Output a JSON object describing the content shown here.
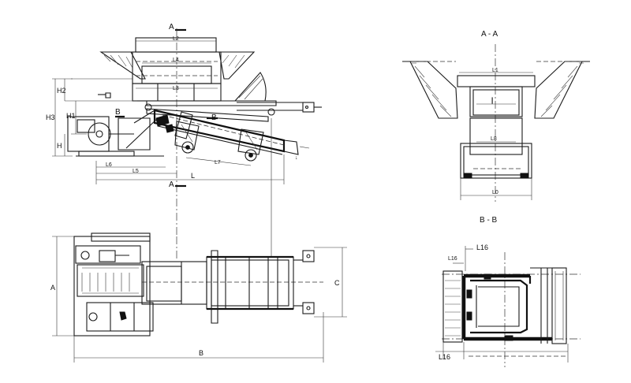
{
  "section_labels": {
    "aa_title": "A - A",
    "bb_title": "B - B",
    "a_top": "A",
    "a_bottom": "A"
  },
  "side_view_dims": {
    "l2": "L2",
    "l4": "L4",
    "l3": "L3",
    "h2": "H2",
    "h3": "H3",
    "h1": "H1",
    "h": "H",
    "b_left": "B",
    "b_right": "B",
    "l6": "L6",
    "l5": "L5",
    "l7": "L7",
    "l": "L"
  },
  "plan_view_dims": {
    "a": "A",
    "b": "B",
    "c": "C"
  },
  "aa_view_dims": {
    "l1": "L1",
    "l8": "L8",
    "l0": "L0"
  },
  "bb_view_dims": {
    "l16_top": "L16",
    "l16_top_left": "L16",
    "l16_bottom": "L16"
  }
}
